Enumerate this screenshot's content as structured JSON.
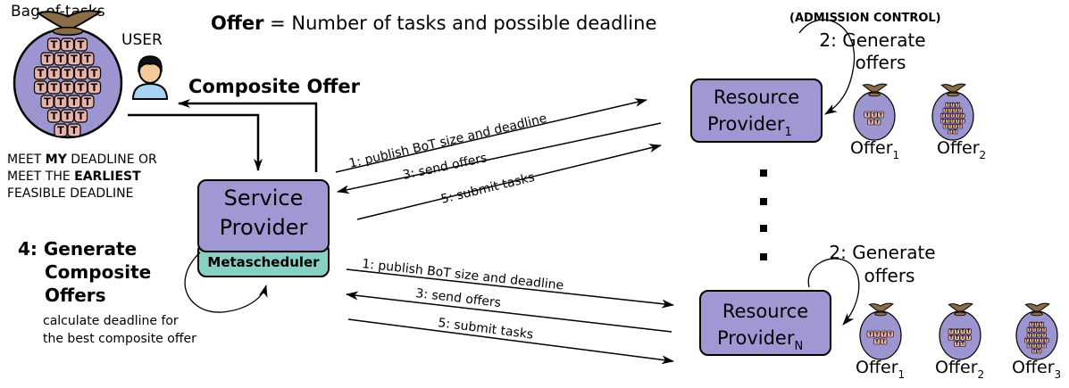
{
  "header": {
    "offer_label": "Offer",
    "offer_definition": " = Number of tasks and possible deadline",
    "admission_control": "(ADMISSION CONTROL)"
  },
  "user_area": {
    "bag_label": "Bag-of-tasks",
    "user_label": "USER",
    "task_letter": "T",
    "deadline_line1_pre": "MEET ",
    "deadline_line1_bold": "MY",
    "deadline_line1_post": " DEADLINE OR",
    "deadline_line2_pre": "MEET THE ",
    "deadline_line2_bold": "EARLIEST",
    "deadline_line3": "FEASIBLE DEADLINE"
  },
  "composite_offer_label": "Composite Offer",
  "service_provider": {
    "line1": "Service",
    "line2": "Provider",
    "metascheduler": "Metascheduler",
    "step4_line1": "4: Generate",
    "step4_line2": "Composite",
    "step4_line3": "Offers",
    "step4_note1": "calculate deadline for",
    "step4_note2": "the best composite offer"
  },
  "resource_provider_1": {
    "line1": "Resource",
    "line2": "Provider",
    "subscript": "1",
    "generate_line1": "2: Generate",
    "generate_line2": "offers",
    "offers": [
      {
        "label": "Offer",
        "sub": "1"
      },
      {
        "label": "Offer",
        "sub": "2"
      }
    ]
  },
  "resource_provider_n": {
    "line1": "Resource",
    "line2": "Provider",
    "subscript": "N",
    "generate_line1": "2: Generate",
    "generate_line2": "offers",
    "offers": [
      {
        "label": "Offer",
        "sub": "1"
      },
      {
        "label": "Offer",
        "sub": "2"
      },
      {
        "label": "Offer",
        "sub": "3"
      }
    ]
  },
  "arrows_top": {
    "publish": "1: publish BoT size and deadline",
    "send": "3: send offers",
    "submit": "5: submit tasks"
  },
  "arrows_bottom": {
    "publish": "1: publish BoT size and deadline",
    "send": "3: send offers",
    "submit": "5: submit tasks"
  },
  "colors": {
    "box_fill": "#9f98d2",
    "meta_fill": "#88d0c3",
    "bag_fill": "#9c95d0",
    "tie_fill": "#8a6c47",
    "task_fill": "#e9b1a8"
  }
}
